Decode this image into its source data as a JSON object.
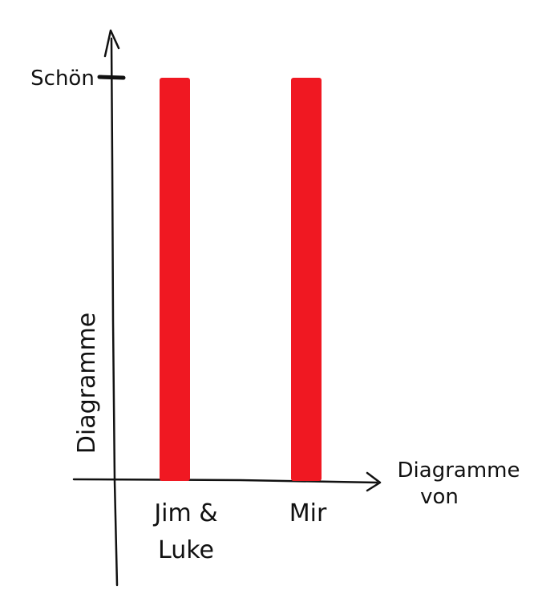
{
  "chart_data": {
    "type": "bar",
    "categories": [
      "Jim & Luke",
      "Mir"
    ],
    "category_lines": [
      [
        "Jim &",
        "Luke"
      ],
      [
        "Mir"
      ]
    ],
    "values": [
      1,
      1
    ],
    "ylim": [
      0,
      1
    ],
    "ytick_labels": [
      "Schön"
    ],
    "xlabel_lines": [
      "Diagramme",
      "von"
    ],
    "ylabel": "Diagramme",
    "bar_color": "#f01822",
    "grid": false,
    "legend": "none"
  }
}
